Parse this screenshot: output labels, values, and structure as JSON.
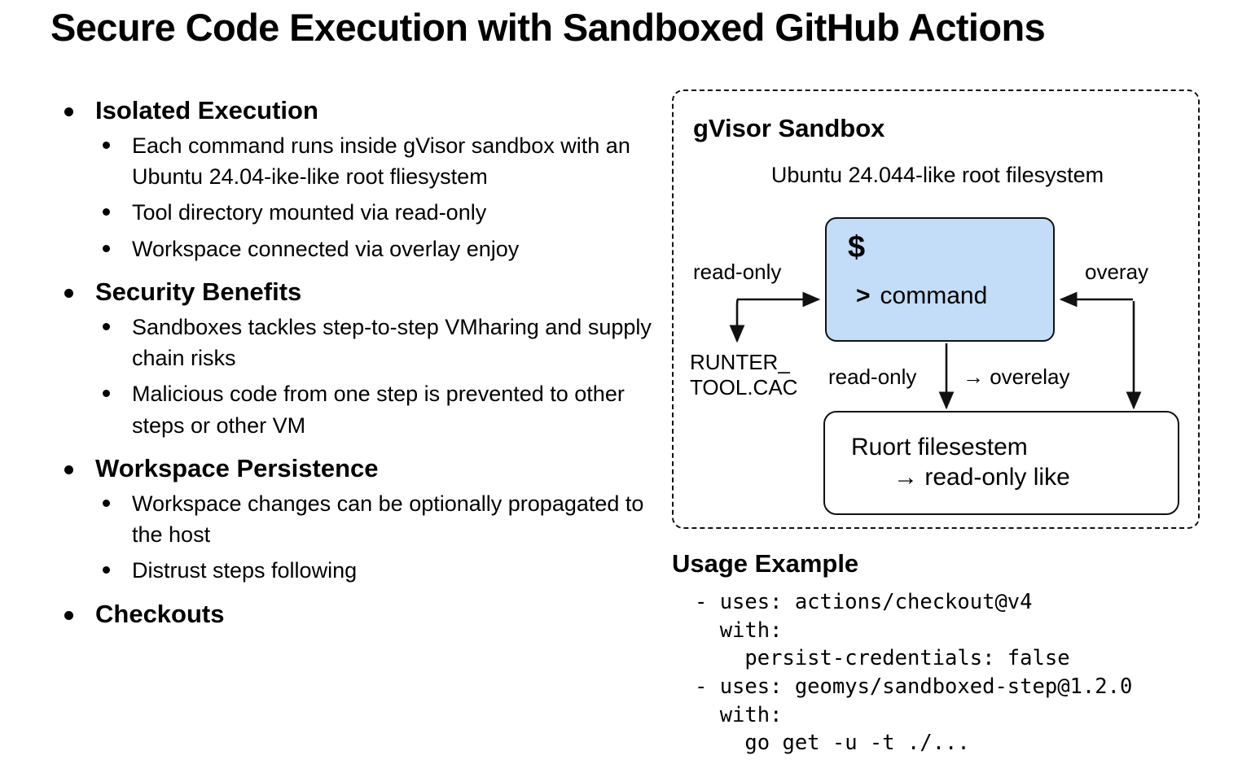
{
  "title": "Secure Code Execution with Sandboxed GitHub Actions",
  "left_column": {
    "sections": [
      {
        "heading": "Isolated Execution",
        "items": [
          "Each command runs inside gVisor sandbox with an Ubuntu 24.04-ike-like root fliesystem",
          "Tool directory mounted via read-only",
          "Workspace connected via overlay enjoy"
        ]
      },
      {
        "heading": "Security Benefits",
        "items": [
          "Sandboxes tackles step-to-step VMharing and supply chain risks",
          "Malicious code from one step is prevented to other steps or other VM"
        ]
      },
      {
        "heading": "Workspace Persistence",
        "items": [
          "Workspace changes can be optionally propagated to the host",
          "Distrust steps following"
        ]
      },
      {
        "heading": "Checkouts",
        "items": []
      }
    ]
  },
  "diagram": {
    "panel_title": "gVisor Sandbox",
    "panel_subtitle": "Ubuntu 24.044-like root filesystem",
    "command_box": {
      "prompt_symbol": "$",
      "chevron": ">",
      "command_text": "command",
      "fill_color": "#c3dcf7",
      "border_color": "#111111"
    },
    "filesystem_box": {
      "line1": "Ruort filesestem",
      "line2": "→ read-only like"
    },
    "labels": {
      "read_only_left": "read-only",
      "overay_right": "overay",
      "runter_tool": "RUNTER_\nTOOL.CAC",
      "read_only_mid": "read-only",
      "overelay_mid": "→ overelay"
    }
  },
  "usage": {
    "title": "Usage Example",
    "code_lines": [
      "- uses: actions/checkout@v4",
      "  with:",
      "    persist-credentials: false",
      "- uses: geomys/sandboxed-step@1.2.0",
      "  with:",
      "    go get -u -t ./..."
    ]
  }
}
